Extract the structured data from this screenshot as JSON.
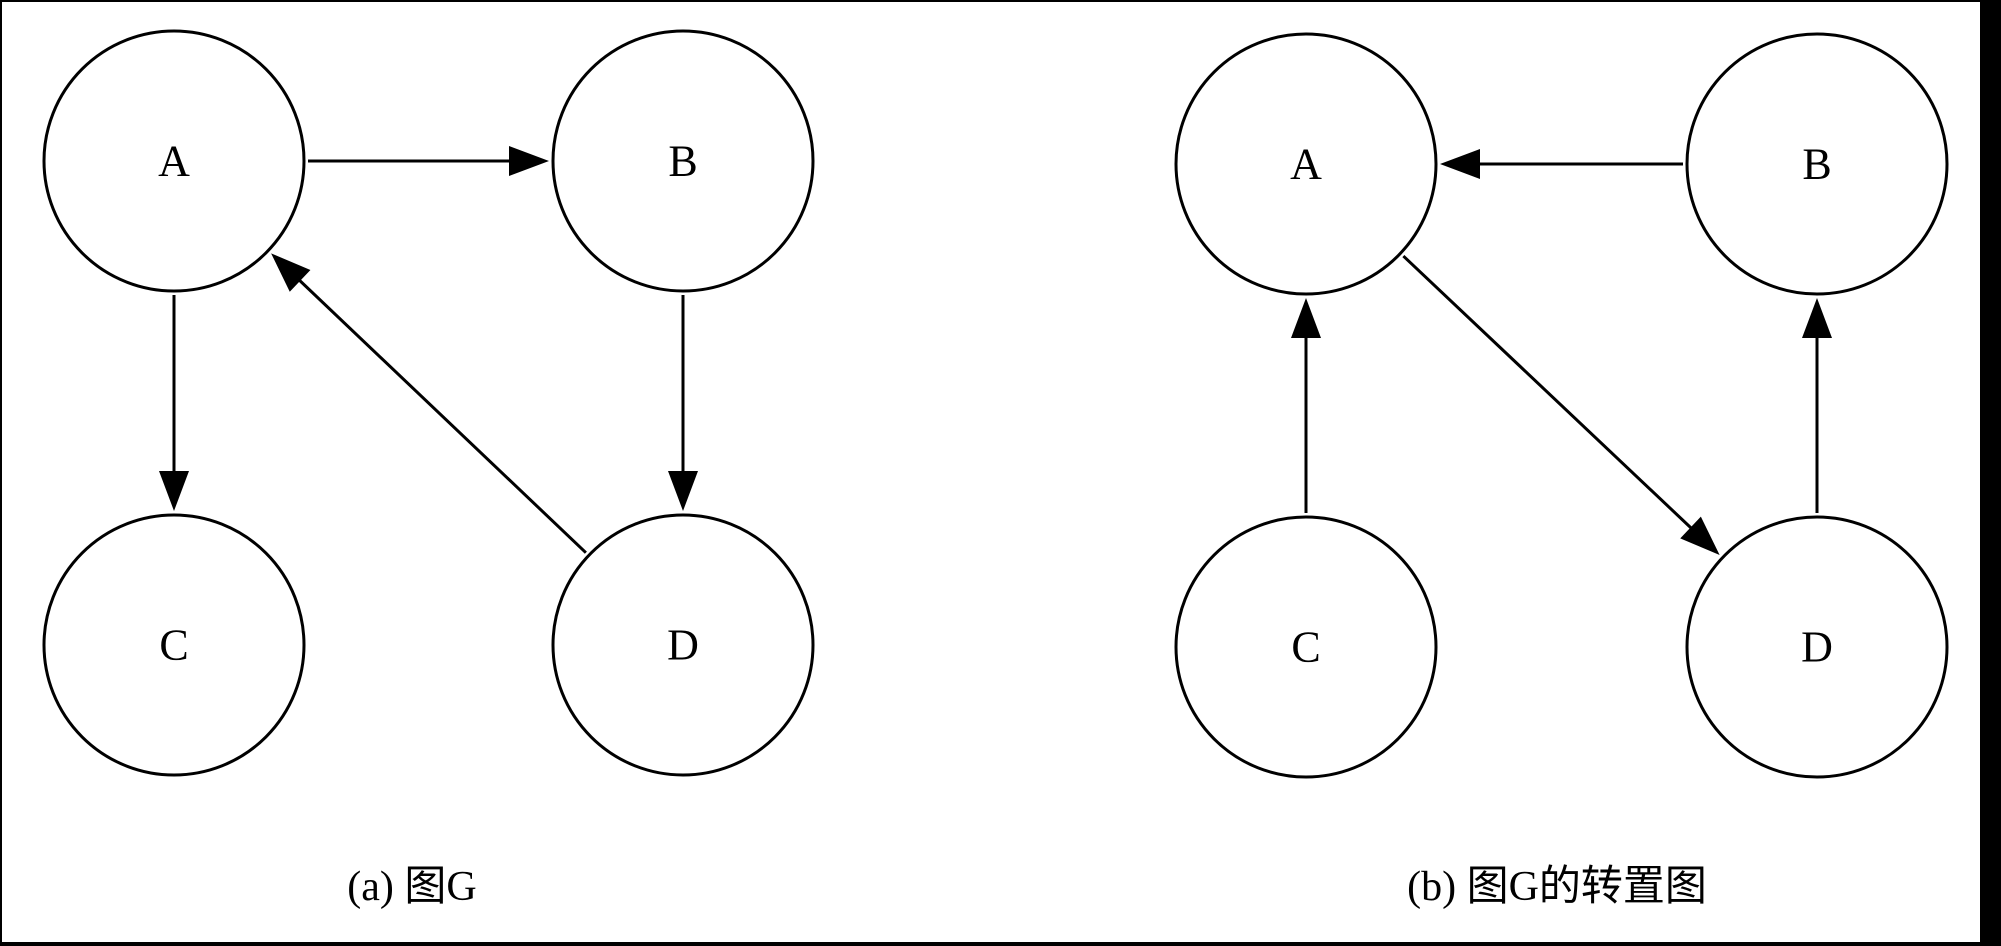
{
  "colors": {
    "background": "#ffffff",
    "stroke": "#000000",
    "border": "#000000"
  },
  "graph_a": {
    "caption": "(a) 图G",
    "nodes": {
      "A": "A",
      "B": "B",
      "C": "C",
      "D": "D"
    },
    "edges": [
      {
        "from": "A",
        "to": "B"
      },
      {
        "from": "A",
        "to": "C"
      },
      {
        "from": "B",
        "to": "D"
      },
      {
        "from": "D",
        "to": "A"
      }
    ]
  },
  "graph_b": {
    "caption": "(b) 图G的转置图",
    "nodes": {
      "A": "A",
      "B": "B",
      "C": "C",
      "D": "D"
    },
    "edges": [
      {
        "from": "B",
        "to": "A"
      },
      {
        "from": "C",
        "to": "A"
      },
      {
        "from": "D",
        "to": "B"
      },
      {
        "from": "A",
        "to": "D"
      }
    ]
  }
}
